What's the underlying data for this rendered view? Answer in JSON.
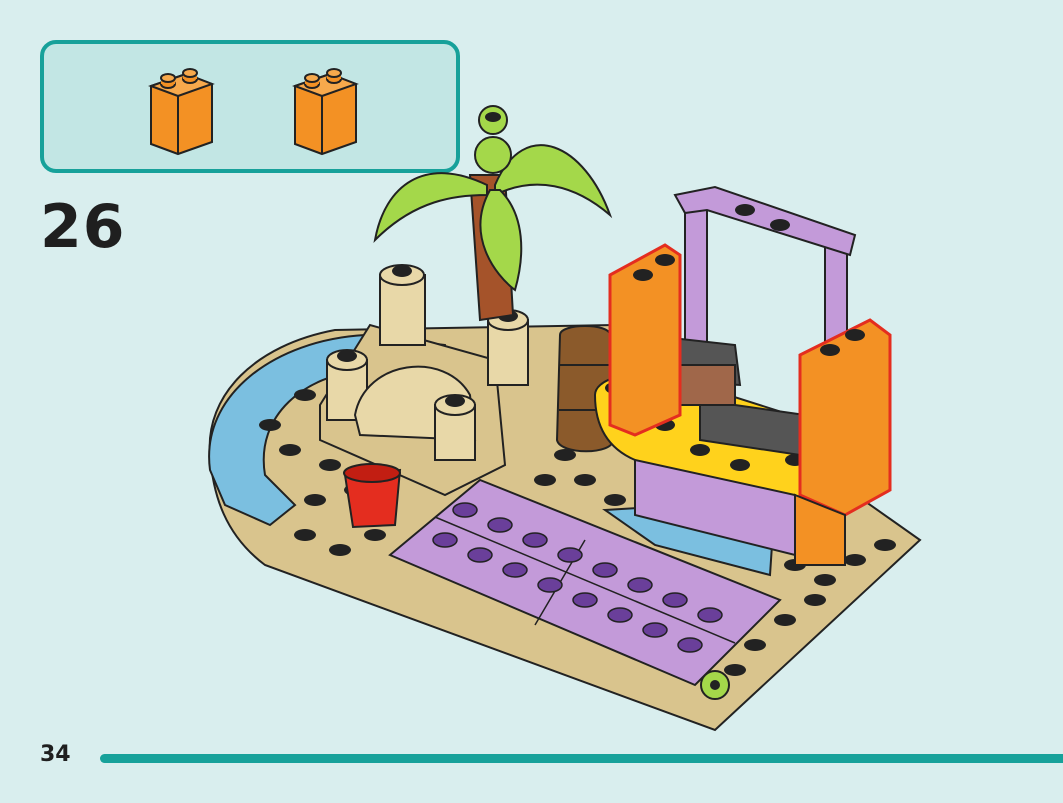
{
  "step": {
    "number": "26"
  },
  "parts_list": {
    "items": [
      {
        "name": "orange-brick-1x2-tall",
        "color": "#f39124",
        "qty_shown": 1
      },
      {
        "name": "orange-brick-1x2-tall",
        "color": "#f39124",
        "qty_shown": 1
      }
    ]
  },
  "page": {
    "number": "34"
  },
  "colors": {
    "accent": "#17a19a",
    "background": "#d9eeee",
    "tan": "#d9c48d",
    "lavender": "#c39ad9",
    "orange": "#f39124",
    "yellow": "#ffd21c",
    "sky_blue": "#7bbfe0",
    "lime": "#a4d84a",
    "red": "#e42d1f"
  }
}
